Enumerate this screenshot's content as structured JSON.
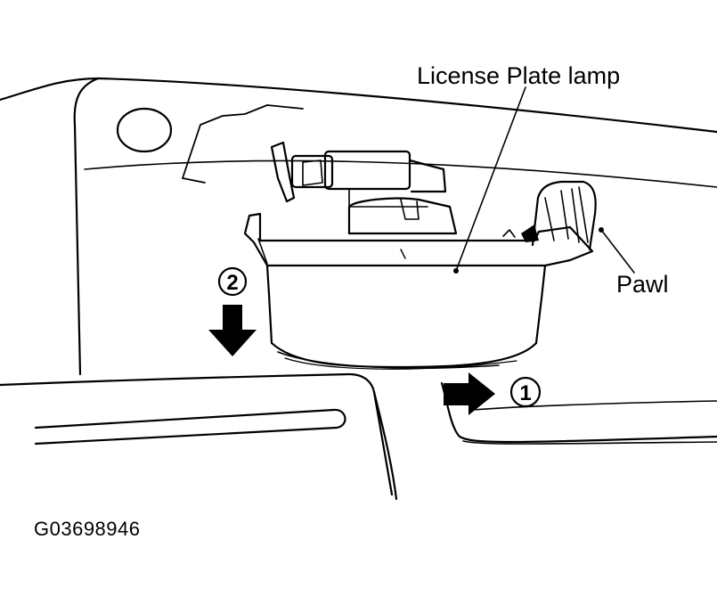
{
  "labels": {
    "lamp": "License Plate lamp",
    "pawl": "Pawl",
    "code": "G03698946"
  },
  "steps": {
    "step1": "1",
    "step2": "2"
  },
  "colors": {
    "ink": "#000000",
    "paper": "#ffffff"
  }
}
